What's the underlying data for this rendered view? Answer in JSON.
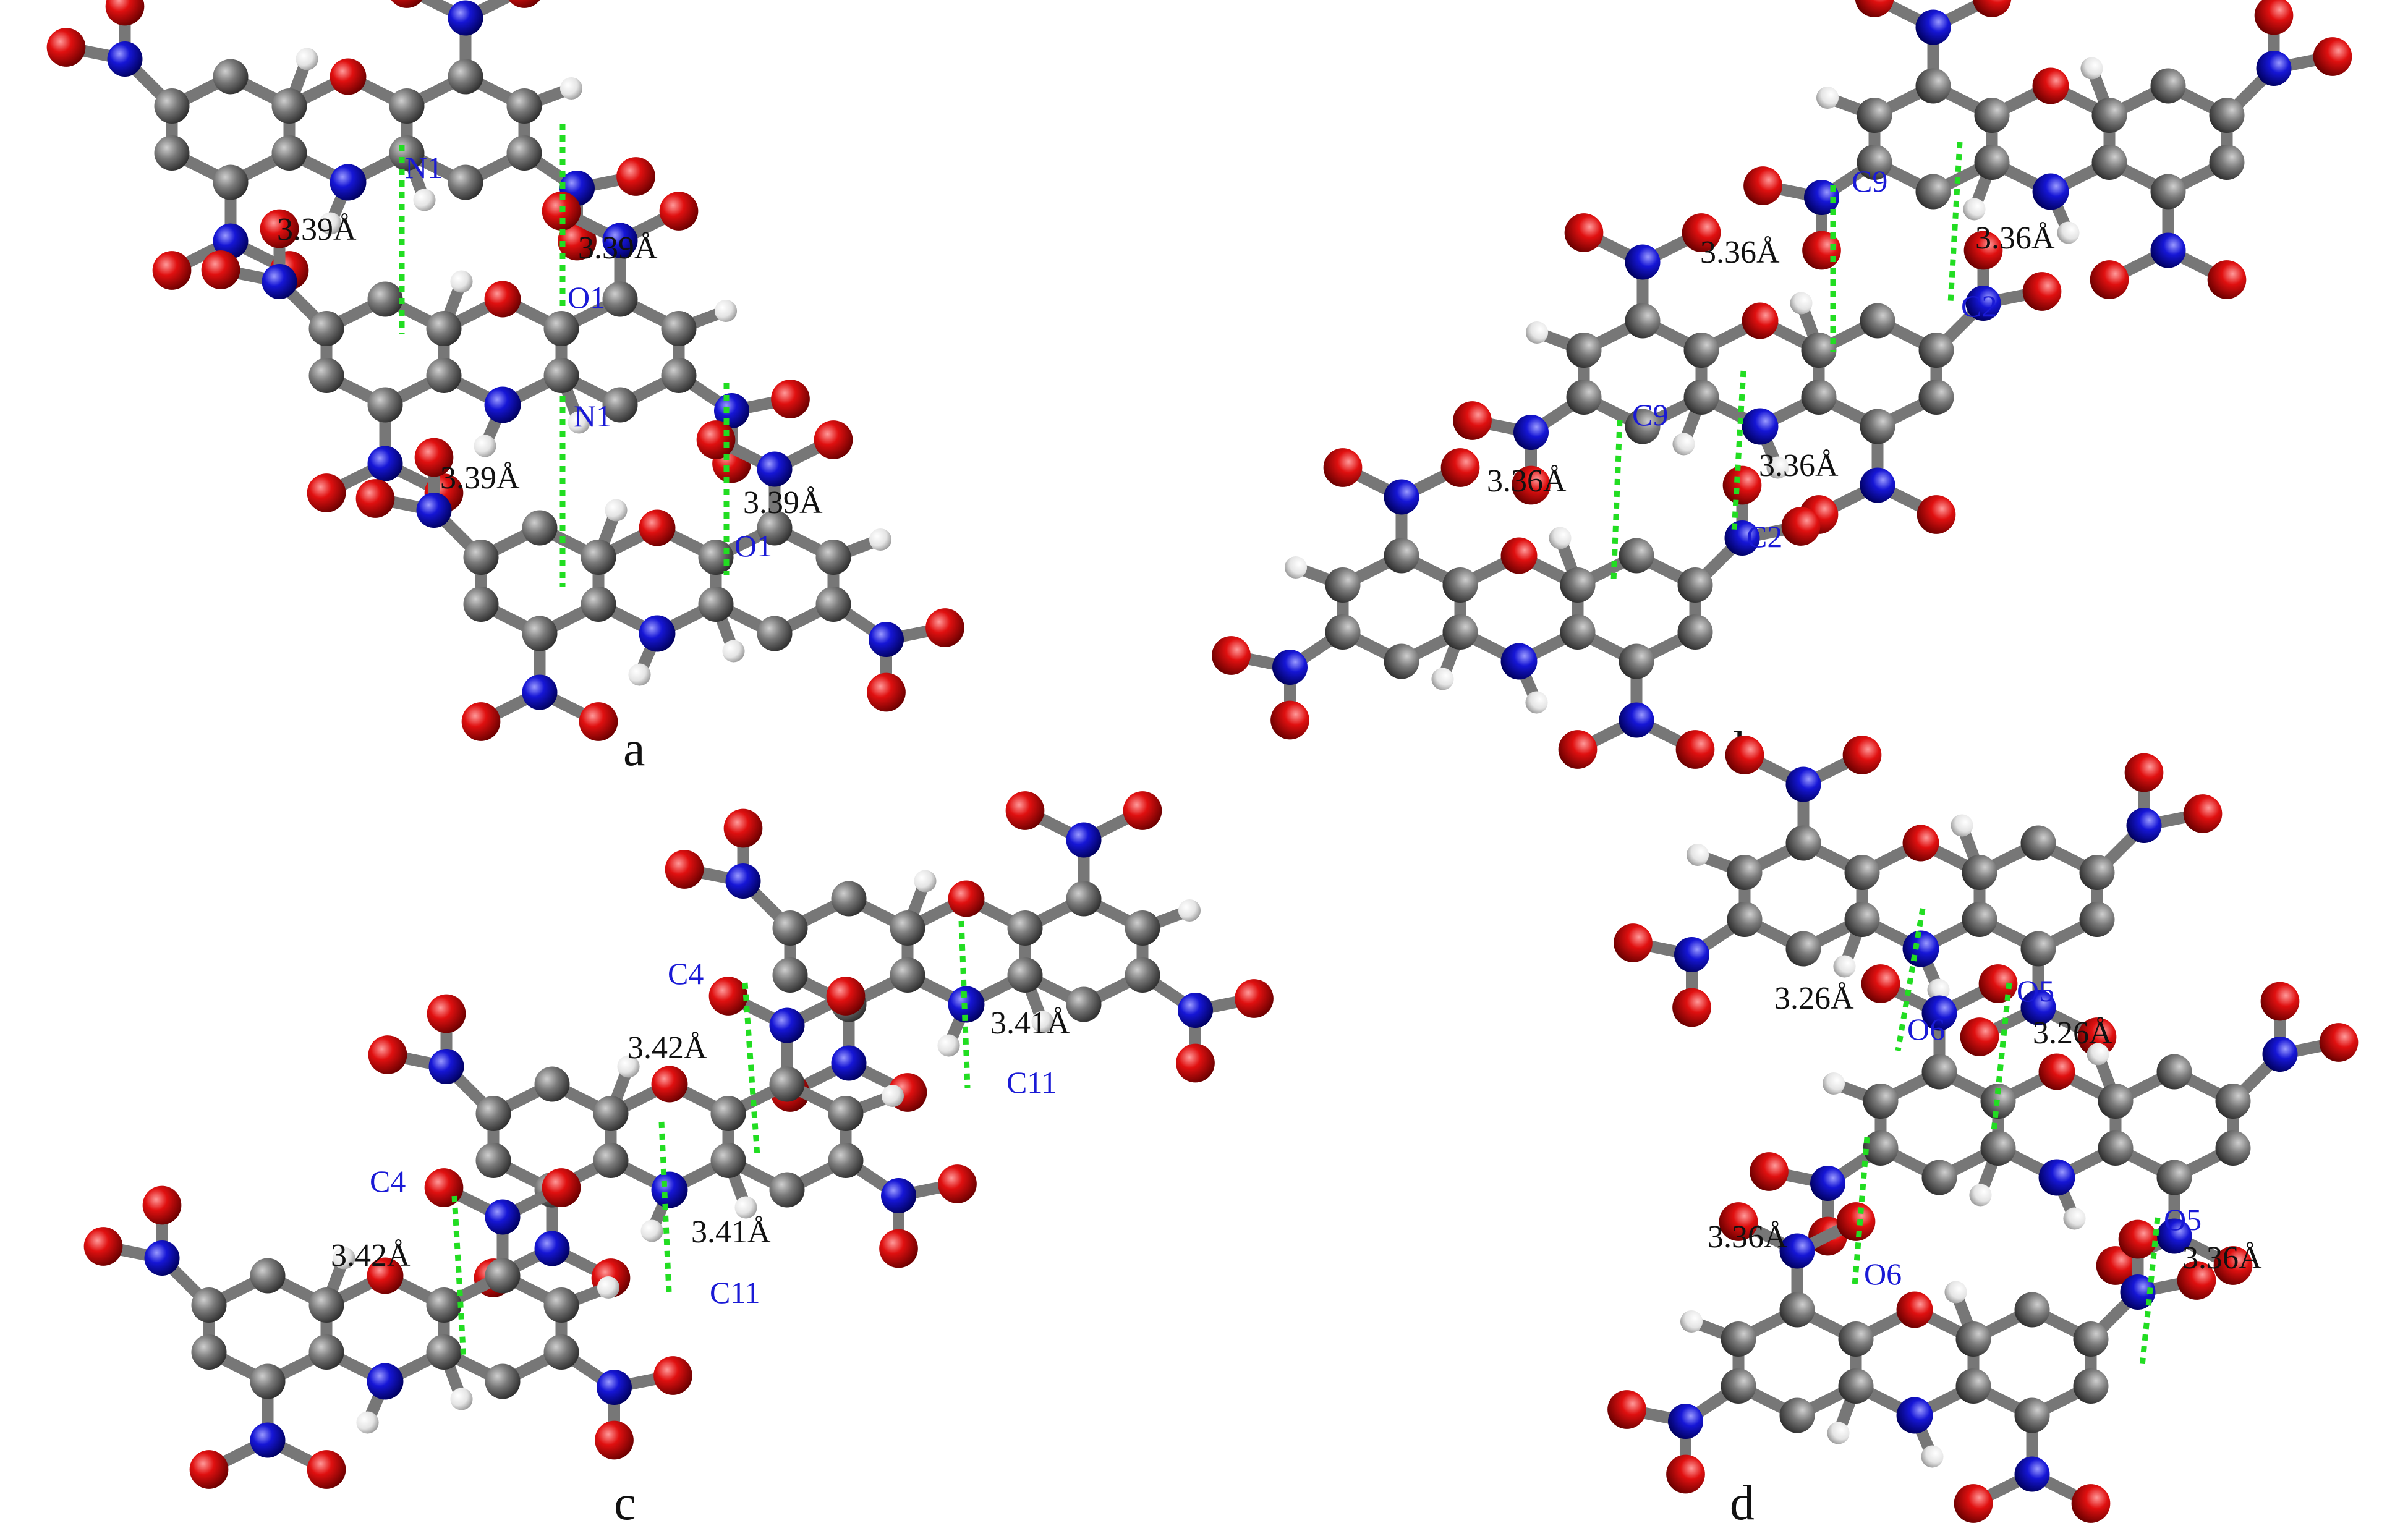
{
  "colors": {
    "carbon": "#6e6e6e",
    "nitrogen": "#1414d2",
    "oxygen": "#dc0f0f",
    "hydrogen": "#e6e6e6",
    "contact_line": "#22dd22",
    "atom_label": "#1a1ad6",
    "distance_label": "#111111"
  },
  "panels": [
    {
      "id": "a",
      "label": "a",
      "atom_labels": [
        "N1",
        "O1",
        "N1",
        "O1"
      ],
      "distance_labels": [
        "3.39Å",
        "3.39Å",
        "3.39Å",
        "3.39Å"
      ]
    },
    {
      "id": "b",
      "label": "b",
      "atom_labels": [
        "C9",
        "C2",
        "C9",
        "C2"
      ],
      "distance_labels": [
        "3.36Å",
        "3.36Å",
        "3.36Å",
        "3.36Å"
      ]
    },
    {
      "id": "c",
      "label": "c",
      "atom_labels": [
        "C4",
        "C11",
        "C4",
        "C11"
      ],
      "distance_labels": [
        "3.42Å",
        "3.41Å",
        "3.42Å",
        "3.41Å"
      ]
    },
    {
      "id": "d",
      "label": "d",
      "atom_labels": [
        "O6",
        "O5",
        "O6",
        "O5"
      ],
      "distance_labels": [
        "3.26Å",
        "3.26Å",
        "3.36Å",
        "3.36Å"
      ]
    }
  ]
}
